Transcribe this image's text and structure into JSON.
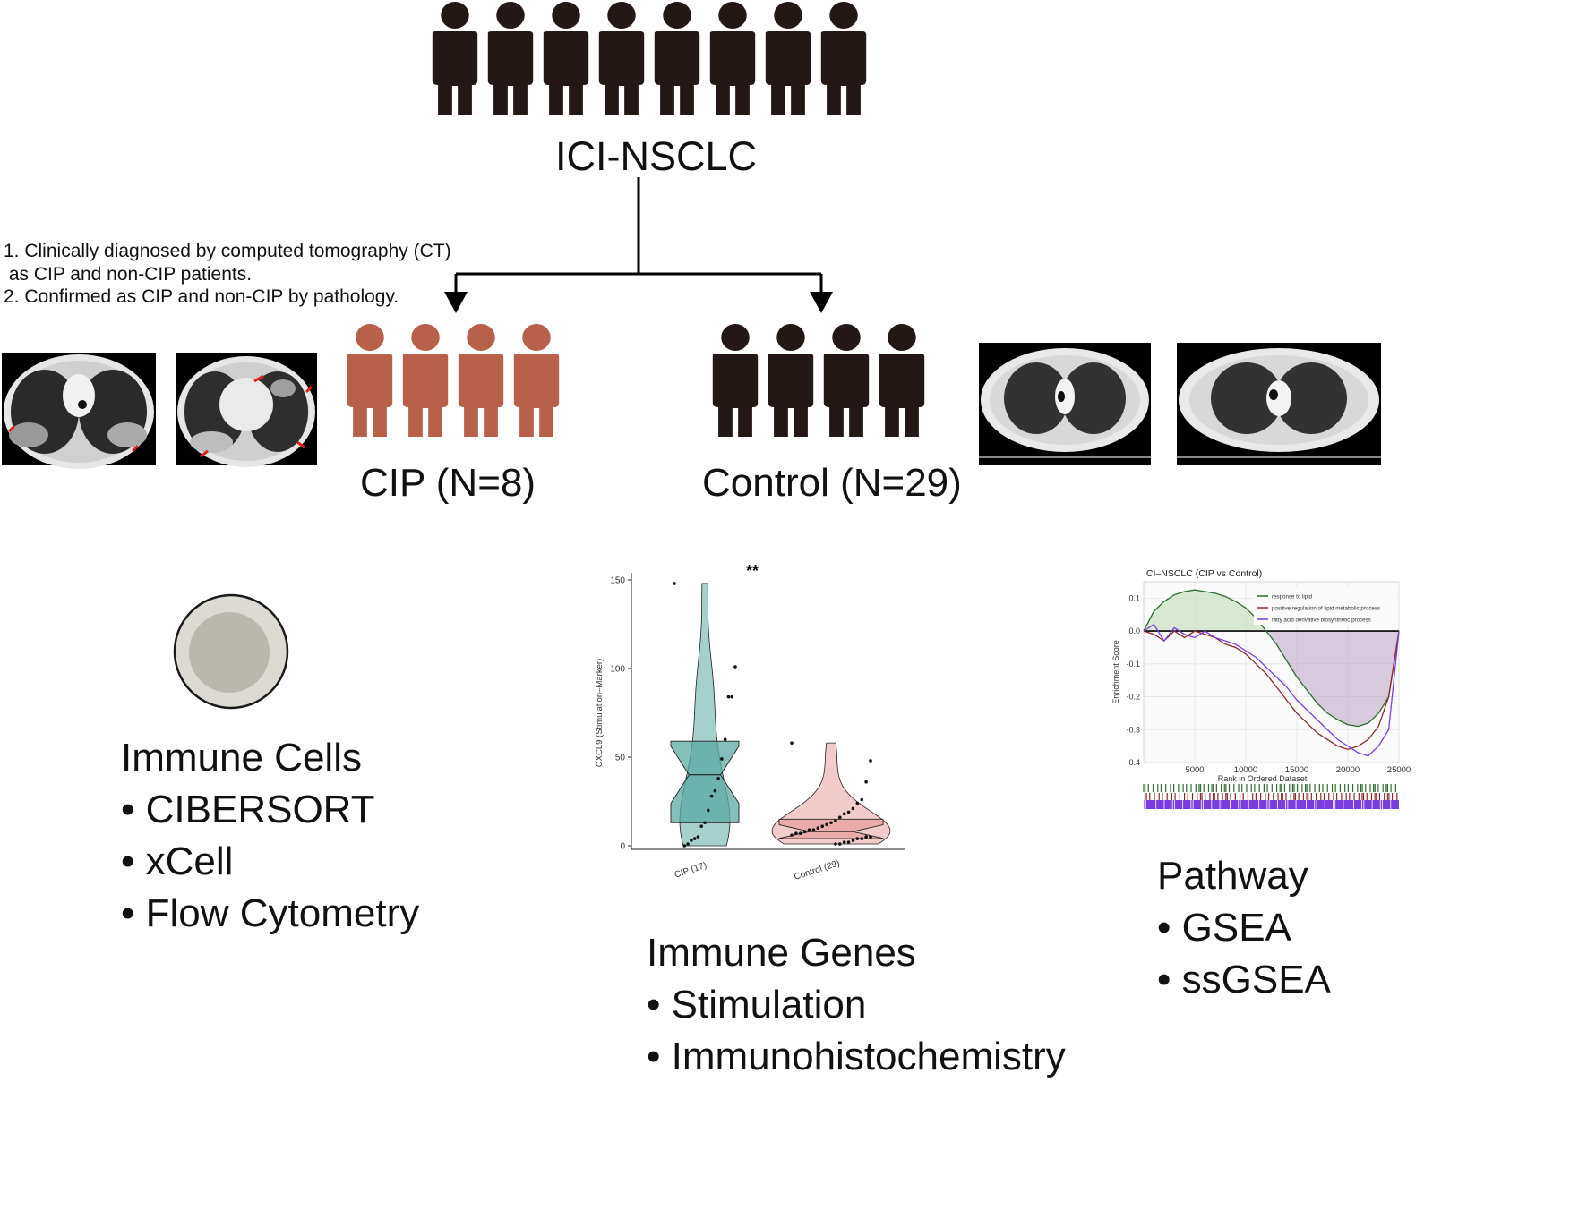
{
  "cohort": {
    "title": "ICI-NSCLC",
    "people_count": 8
  },
  "criteria": {
    "line1": "1. Clinically diagnosed by computed tomography (CT)",
    "line2": " as CIP and non-CIP patients.",
    "line3": "2. Confirmed as CIP and non-CIP by pathology."
  },
  "groups": {
    "cip": {
      "label": "CIP (N=8)",
      "icon_color": "#b8614a",
      "people_icons": 4
    },
    "control": {
      "label": "Control (N=29)",
      "icon_color": "#231815",
      "people_icons": 4
    }
  },
  "immune_cells": {
    "title": "Immune Cells",
    "items": [
      "CIBERSORT",
      "xCell",
      "Flow Cytometry"
    ],
    "bullet": "•"
  },
  "immune_genes": {
    "title": "Immune Genes",
    "items": [
      "Stimulation",
      "Immunohistochemistry"
    ],
    "bullet": "•"
  },
  "pathway": {
    "title": "Pathway",
    "items": [
      "GSEA",
      "ssGSEA"
    ],
    "bullet": "•"
  },
  "chart_data": [
    {
      "type": "violin-boxplot",
      "significance": "**",
      "ylabel": "CXCL9 (Stimulation–Marker)",
      "ylim": [
        0,
        150
      ],
      "yticks": [
        0,
        50,
        100,
        150
      ],
      "categories": [
        "CIP (17)",
        "Control (29)"
      ],
      "colors": [
        "#5ba9a3",
        "#e8a0a0"
      ],
      "boxes": [
        {
          "q1": 13,
          "median": 40,
          "q3": 59
        },
        {
          "q1": 4,
          "median": 8,
          "q3": 15
        }
      ],
      "points": [
        [
          148,
          101,
          84,
          84,
          60,
          49,
          38,
          31,
          28,
          20,
          13,
          11,
          5,
          4,
          3,
          1,
          0
        ],
        [
          58,
          48,
          36,
          26,
          24,
          21,
          19,
          18,
          16,
          14,
          13,
          12,
          11,
          10,
          9,
          9,
          8,
          7,
          7,
          6,
          5,
          5,
          4,
          4,
          3,
          2,
          2,
          1,
          1
        ]
      ]
    },
    {
      "type": "line",
      "title": "ICI–NSCLC (CIP vs Control)",
      "xlabel": "Rank in Ordered Dataset",
      "ylabel": "Enrichment Score",
      "xlim": [
        0,
        25000
      ],
      "ylim": [
        -0.4,
        0.15
      ],
      "xticks": [
        5000,
        10000,
        15000,
        20000,
        25000
      ],
      "yticks": [
        0.1,
        0.0,
        -0.1,
        -0.2,
        -0.3,
        -0.4
      ],
      "grid": true,
      "legend_position": "top-right",
      "series": [
        {
          "name": "response to lipid",
          "color": "#2e6b2e",
          "x": [
            0,
            1000,
            2000,
            3000,
            4000,
            5000,
            6000,
            7000,
            8000,
            9000,
            10000,
            11000,
            12000,
            13000,
            14000,
            15000,
            16000,
            17000,
            18000,
            19000,
            20000,
            21000,
            22000,
            23000,
            24000,
            24500,
            25000
          ],
          "y": [
            0.0,
            0.06,
            0.09,
            0.11,
            0.12,
            0.125,
            0.12,
            0.115,
            0.105,
            0.09,
            0.07,
            0.04,
            0.0,
            -0.04,
            -0.09,
            -0.14,
            -0.18,
            -0.22,
            -0.25,
            -0.27,
            -0.285,
            -0.29,
            -0.28,
            -0.25,
            -0.2,
            -0.1,
            0.0
          ]
        },
        {
          "name": "positive regulation of lipid metabolic process",
          "color": "#8b2a2a",
          "x": [
            0,
            1000,
            2000,
            3000,
            4000,
            5000,
            6000,
            7000,
            8000,
            9000,
            10000,
            11000,
            12000,
            13000,
            14000,
            15000,
            16000,
            17000,
            18000,
            19000,
            20000,
            21000,
            22000,
            23000,
            24000,
            24500,
            25000
          ],
          "y": [
            0.0,
            -0.01,
            -0.03,
            0.0,
            -0.02,
            0.0,
            -0.01,
            -0.02,
            -0.04,
            -0.05,
            -0.07,
            -0.1,
            -0.13,
            -0.17,
            -0.21,
            -0.25,
            -0.28,
            -0.31,
            -0.33,
            -0.35,
            -0.36,
            -0.35,
            -0.33,
            -0.29,
            -0.2,
            -0.1,
            0.0
          ]
        },
        {
          "name": "fatty acid derivative biosynthetic process",
          "color": "#7a3ee0",
          "x": [
            0,
            1000,
            2000,
            3000,
            4000,
            5000,
            6000,
            7000,
            8000,
            9000,
            10000,
            11000,
            12000,
            13000,
            14000,
            15000,
            16000,
            17000,
            18000,
            19000,
            20000,
            21000,
            22000,
            23000,
            24000,
            24500,
            25000
          ],
          "y": [
            0.0,
            0.02,
            -0.03,
            0.01,
            -0.01,
            -0.02,
            0.0,
            -0.02,
            -0.03,
            -0.04,
            -0.06,
            -0.08,
            -0.11,
            -0.14,
            -0.17,
            -0.21,
            -0.24,
            -0.27,
            -0.3,
            -0.33,
            -0.35,
            -0.37,
            -0.38,
            -0.35,
            -0.3,
            -0.15,
            0.0
          ]
        }
      ]
    }
  ],
  "ct_scans": [
    {
      "group": "cip",
      "appearance": "consolidation with red arrows"
    },
    {
      "group": "cip",
      "appearance": "consolidation with red arrows"
    },
    {
      "group": "control",
      "appearance": "clear lungs"
    },
    {
      "group": "control",
      "appearance": "clear lungs"
    }
  ],
  "colors": {
    "arrow_red": "#e0241b",
    "cell_outer": "#dcdad2",
    "cell_inner": "#bab7ad"
  }
}
